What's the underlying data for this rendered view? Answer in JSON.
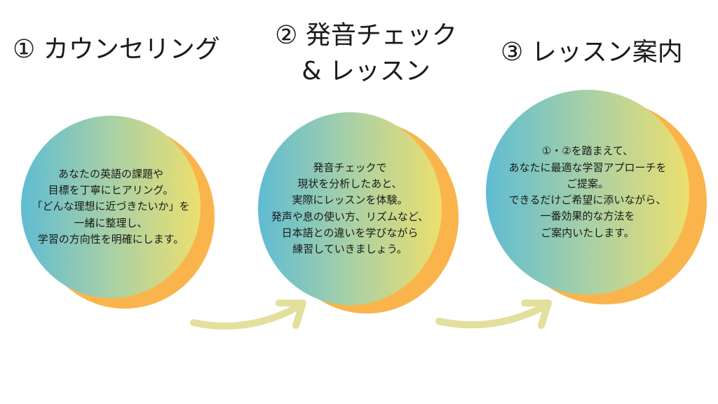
{
  "steps": [
    {
      "title": "① カウンセリング",
      "lines": [
        "あなたの英語の課題や",
        "目標を丁寧にヒアリング。",
        "「どんな理想に近づきたいか」を",
        "一緒に整理し、",
        "学習の方向性を明確にします。"
      ]
    },
    {
      "title_line1": "② 発音チェック",
      "title_line2": "& レッスン",
      "lines": [
        "発音チェックで",
        "現状を分析したあと、",
        "実際にレッスンを体験。",
        "発声や息の使い方、リズムなど、",
        "日本語との違いを学びながら",
        "練習していきましょう。"
      ]
    },
    {
      "title": "③ レッスン案内",
      "lines": [
        "①・②を踏まえて、",
        "あなたに最適な学習アプローチを",
        "ご提案。",
        "できるだけご希望に添いながら、",
        "一番効果的な方法を",
        "ご案内いたします。"
      ]
    }
  ],
  "colors": {
    "gradient_start": "#5fbcd3",
    "gradient_end": "#ecdf6e",
    "shadow": "#f9b54c",
    "arrow": "#e3df9c"
  }
}
